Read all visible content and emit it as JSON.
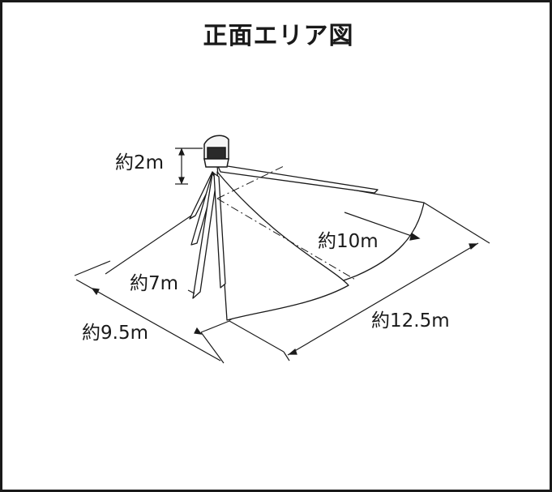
{
  "title": "正面エリア図",
  "labels": {
    "height": "約2m",
    "front_range": "約10m",
    "side_range": "約7m",
    "depth": "約9.5m",
    "width": "約12.5m"
  }
}
